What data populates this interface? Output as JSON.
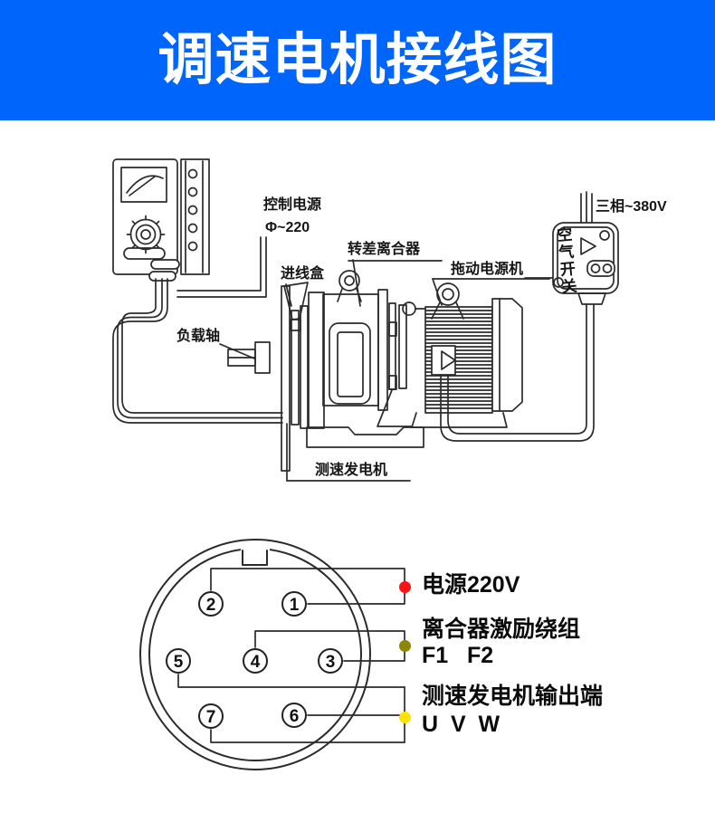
{
  "banner": {
    "title": "调速电机接线图"
  },
  "colors": {
    "banner_blue": "#0066fb",
    "line_ink": "#2b2b2b",
    "dot_power_red": "#ff1212",
    "dot_clutch_olive": "#8f8500",
    "dot_tacho_yellow": "#ffe10a"
  },
  "machine_diagram": {
    "labels": {
      "control_power_line1": "控制电源",
      "control_power_line2": "Φ~220",
      "inlet_box": "进线盒",
      "slip_clutch": "转差离合器",
      "drive_motor": "拖动电源机",
      "three_phase": "三相~380V",
      "air_switch_vertical": "空气开关",
      "load_shaft": "负载轴",
      "tacho_generator": "测速发电机"
    }
  },
  "connector": {
    "pins": [
      "2",
      "1",
      "5",
      "4",
      "3",
      "7",
      "6"
    ],
    "terminals": [
      {
        "label": "电源220V",
        "sub": "",
        "dot_color": "#ff1212"
      },
      {
        "label": "离合器激励绕组",
        "sub": "F1   F2",
        "dot_color": "#8f8500"
      },
      {
        "label": "测速发电机输出端",
        "sub": "U  V  W",
        "dot_color": "#ffe10a"
      }
    ]
  }
}
